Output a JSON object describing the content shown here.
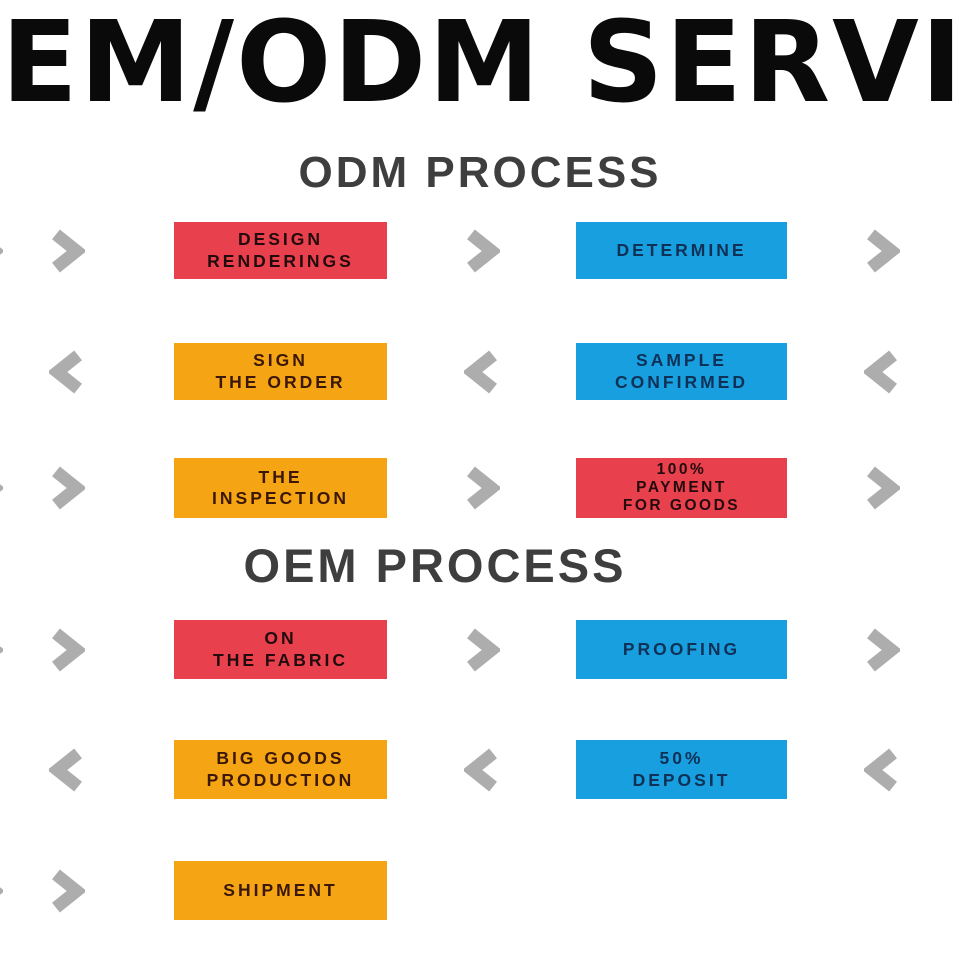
{
  "page": {
    "title": "OEM/ODM SERVICE",
    "background": "#ffffff"
  },
  "colors": {
    "red": "#E8414D",
    "blue": "#189FE0",
    "orange": "#F5A513",
    "arrow": "#ADADAD",
    "heading": "#3E3E3E",
    "title": "#0A0A0A"
  },
  "odm": {
    "heading": "ODM PROCESS",
    "rows": [
      {
        "direction": "right",
        "left_box": {
          "label": "DESIGN\nRENDERINGS",
          "color": "red"
        },
        "right_box": {
          "label": "DETERMINE",
          "color": "blue"
        }
      },
      {
        "direction": "left",
        "left_box": {
          "label": "SIGN\nTHE ORDER",
          "color": "orange"
        },
        "right_box": {
          "label": "SAMPLE\nCONFIRMED",
          "color": "blue"
        }
      },
      {
        "direction": "right",
        "left_box": {
          "label": "THE\nINSPECTION",
          "color": "orange"
        },
        "right_box": {
          "label": "100%\nPAYMENT\nFOR GOODS",
          "color": "red"
        }
      }
    ]
  },
  "oem": {
    "heading": "OEM PROCESS",
    "rows": [
      {
        "direction": "right",
        "left_box": {
          "label": "ON\nTHE FABRIC",
          "color": "red"
        },
        "right_box": {
          "label": "PROOFING",
          "color": "blue"
        }
      },
      {
        "direction": "left",
        "left_box": {
          "label": "BIG GOODS\nPRODUCTION",
          "color": "orange"
        },
        "right_box": {
          "label": "50%\nDEPOSIT",
          "color": "blue"
        }
      },
      {
        "direction": "right",
        "left_box": {
          "label": "SHIPMENT",
          "color": "orange"
        },
        "right_box": null
      }
    ]
  }
}
